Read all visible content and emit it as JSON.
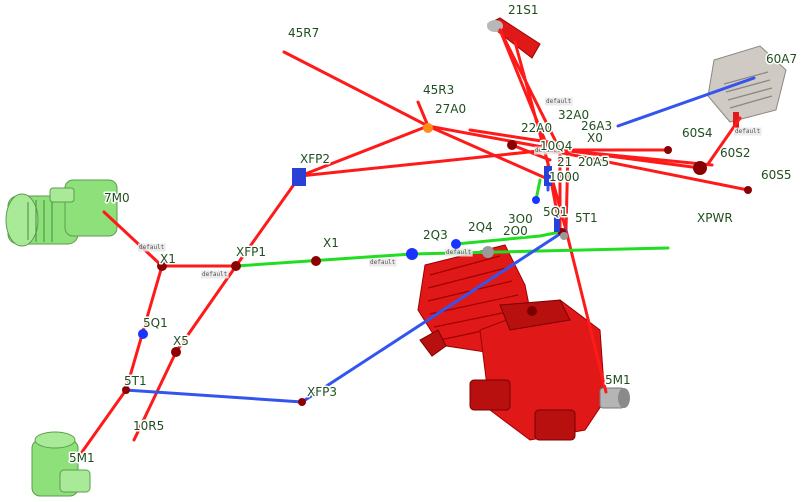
{
  "colors": {
    "red_wire": "#ff1a1a",
    "green_wire": "#22dd22",
    "blue_wire": "#3355ee",
    "node_dark": "#8b0000",
    "node_blue": "#1a33ff",
    "node_gray": "#9a9a9a",
    "node_orange": "#ff8c1a",
    "motor_green": "#8de07a",
    "motor_red": "#e01818",
    "device_gray": "#cfcac4",
    "label_text": "#1f4f1f"
  },
  "labels": {
    "l_45R7": "45R7",
    "l_21S1": "21S1",
    "l_60A7": "60A7",
    "l_45R3": "45R3",
    "l_27A0": "27A0",
    "l_32A0": "32A0",
    "l_26A3": "26A3",
    "l_22A0": "22A0",
    "l_X0": "X0",
    "l_60S4": "60S4",
    "l_10Q4": "10Q4",
    "l_21": "21",
    "l_20A5": "20A5",
    "l_60S2": "60S2",
    "l_1000": "1000",
    "l_60S5": "60S5",
    "l_XFP2": "XFP2",
    "l_7M0": "7M0",
    "l_5Q1r": "5Q1",
    "l_5T1r": "5T1",
    "l_XPWR": "XPWR",
    "l_3O0": "3O0",
    "l_2Q4": "2Q4",
    "l_2O0": "2O0",
    "l_2Q3": "2Q3",
    "l_XFP1": "XFP1",
    "l_X1": "X1",
    "l_X1b": "X1",
    "l_5Q1": "5Q1",
    "l_X5": "X5",
    "l_5T1": "5T1",
    "l_XFP3": "XFP3",
    "l_5M1r": "5M1",
    "l_10R5": "10R5",
    "l_5M1": "5M1"
  },
  "tags": {
    "t_default1": "default",
    "t_default2": "default",
    "t_default3": "default",
    "t_default4": "default",
    "t_default5": "default",
    "t_default6": "default",
    "t_default7": "default"
  }
}
